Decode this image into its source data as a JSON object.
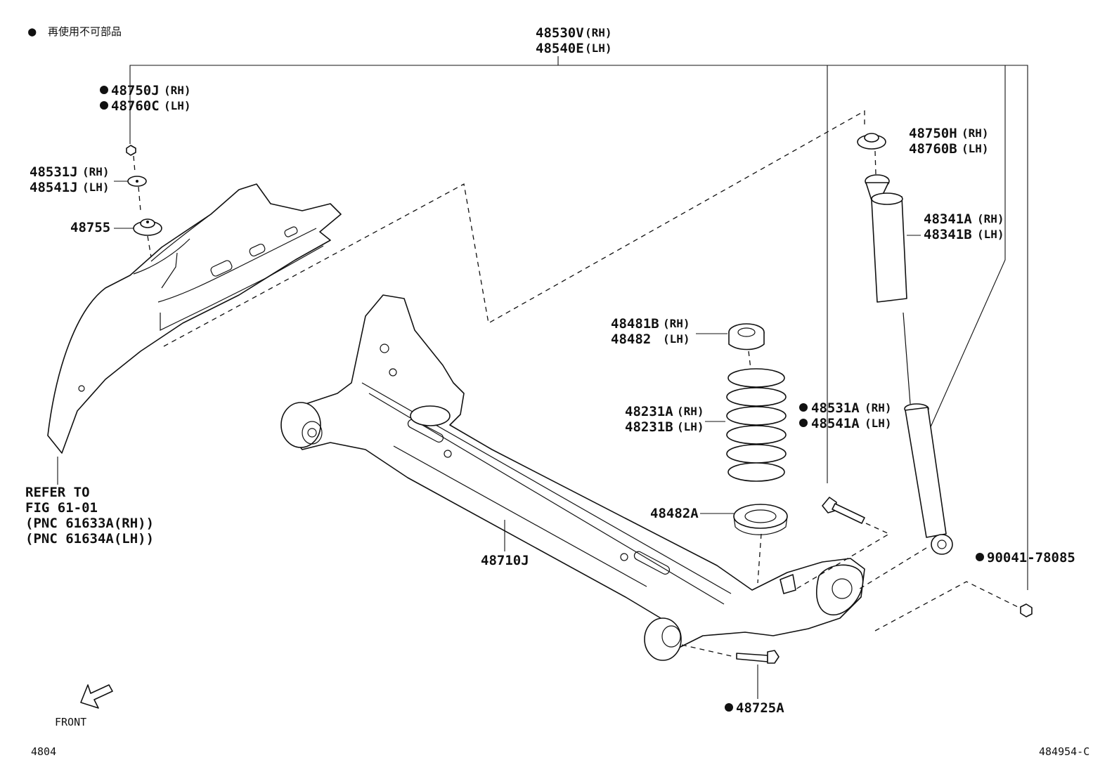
{
  "legend": {
    "symbol": "●",
    "text": "再使用不可部品"
  },
  "assembly": {
    "pn_rh": "48530V",
    "pn_lh": "48540E",
    "rh": "(RH)",
    "lh": "(LH)"
  },
  "parts": {
    "nut_48750j": {
      "pn_rh": "48750J",
      "pn_lh": "48760C",
      "rh": "(RH)",
      "lh": "(LH)"
    },
    "washer_48531j": {
      "pn_rh": "48531J",
      "pn_lh": "48541J",
      "rh": "(RH)",
      "lh": "(LH)"
    },
    "cushion_48755": {
      "pn": "48755"
    },
    "upper_support_48750h": {
      "pn_rh": "48750H",
      "pn_lh": "48760B",
      "rh": "(RH)",
      "lh": "(LH)"
    },
    "bumper_48341": {
      "pn_rh": "48341A",
      "pn_lh": "48341B",
      "rh": "(RH)",
      "lh": "(LH)"
    },
    "insulator_48481b": {
      "pn_rh": "48481B",
      "pn_lh": "48482",
      "rh": "(RH)",
      "lh": "(LH)"
    },
    "spring_48231": {
      "pn_rh": "48231A",
      "pn_lh": "48231B",
      "rh": "(RH)",
      "lh": "(LH)"
    },
    "bolt_48531a": {
      "pn_rh": "48531A",
      "pn_lh": "48541A",
      "rh": "(RH)",
      "lh": "(LH)"
    },
    "lower_insulator_48482a": {
      "pn": "48482A"
    },
    "beam_48710j": {
      "pn": "48710J"
    },
    "nut_90041": {
      "pn": "90041-78085"
    },
    "bolt_48725a": {
      "pn": "48725A"
    }
  },
  "refer": {
    "line1": "REFER TO",
    "line2": "FIG 61-01",
    "line3": "(PNC 61633A(RH))",
    "line4": "(PNC 61634A(LH))"
  },
  "front_label": "FRONT",
  "page_code": "4804",
  "figure_code": "484954-C"
}
